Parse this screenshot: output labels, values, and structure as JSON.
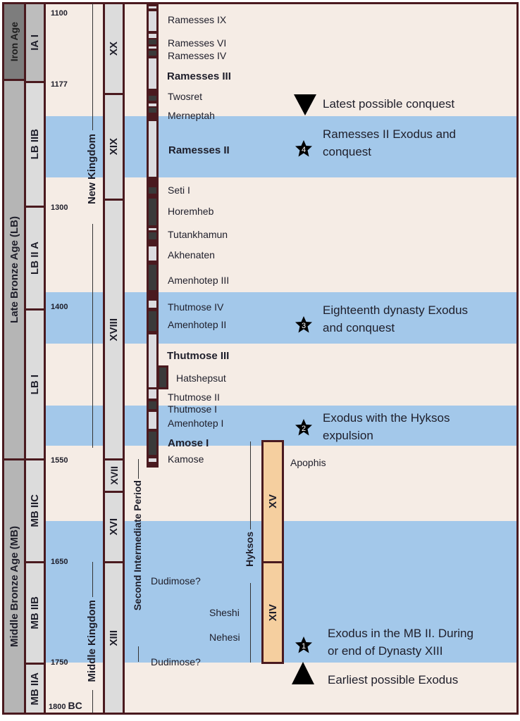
{
  "ages": {
    "iron": "Iron Age",
    "late": "Late Bronze Age (LB)",
    "middle": "Middle Bronze Age (MB)"
  },
  "subperiods": {
    "ia1": "IA I",
    "lb2b": "LB IIB",
    "lb2a": "LB II A",
    "lb1": "LB I",
    "mb2c": "MB IIC",
    "mb2b": "MB IIB",
    "mb2a": "MB IIA"
  },
  "years": {
    "y1100": "1100",
    "y1177": "1177",
    "y1300": "1300",
    "y1400": "1400",
    "y1550": "1550",
    "y1650": "1650",
    "y1750": "1750",
    "y1800": "1800",
    "bc": "BC"
  },
  "kingdoms": {
    "new": "New Kingdom",
    "middle": "Middle Kingdom",
    "second": "Second Intermediate Period",
    "hyksos": "Hyksos"
  },
  "dynasties": {
    "xx": "XX",
    "xix": "XIX",
    "xviii": "XVIII",
    "xvii": "XVII",
    "xvi": "XVI",
    "xiii": "XIII",
    "xv": "XV",
    "xiv": "XIV"
  },
  "kings": {
    "ramesses9": "Ramesses IX",
    "ramesses6": "Ramesses VI",
    "ramesses4": "Ramesses IV",
    "ramesses3": "Ramesses III",
    "twosret": "Twosret",
    "merneptah": "Merneptah",
    "ramesses2": "Ramesses II",
    "seti1": "Seti I",
    "horemheb": "Horemheb",
    "tutankhamun": "Tutankhamun",
    "akhenaten": "Akhenaten",
    "amenhotep3": "Amenhotep III",
    "thutmose4": "Thutmose IV",
    "amenhotep2": "Amenhotep II",
    "thutmose3": "Thutmose III",
    "hatshepsut": "Hatshepsut",
    "thutmose2": "Thutmose II",
    "thutmose1": "Thutmose I",
    "amenhotep1": "Amenhotep I",
    "amose1": "Amose I",
    "kamose": "Kamose",
    "apophis": "Apophis",
    "dudimose_a": "Dudimose?",
    "sheshi": "Sheshi",
    "nehesi": "Nehesi",
    "dudimose_b": "Dudimose?"
  },
  "notes": {
    "latest": "Latest possible conquest",
    "n4_1": "Ramesses II Exodus and",
    "n4_2": "conquest",
    "n4": "4",
    "n3_1": "Eighteenth dynasty Exodus",
    "n3_2": "and conquest",
    "n3": "3",
    "n2_1": "Exodus with the Hyksos",
    "n2_2": "expulsion",
    "n2": "2",
    "n1_1": "Exodus in the MB II. During",
    "n1_2": "or end of Dynasty XIII",
    "n1": "1",
    "earliest": "Earliest possible Exodus"
  },
  "colors": {
    "border": "#4a1a1f",
    "band": "#a3c8ea",
    "bg": "#f5ece5",
    "hyksos": "#f5cf9f"
  }
}
